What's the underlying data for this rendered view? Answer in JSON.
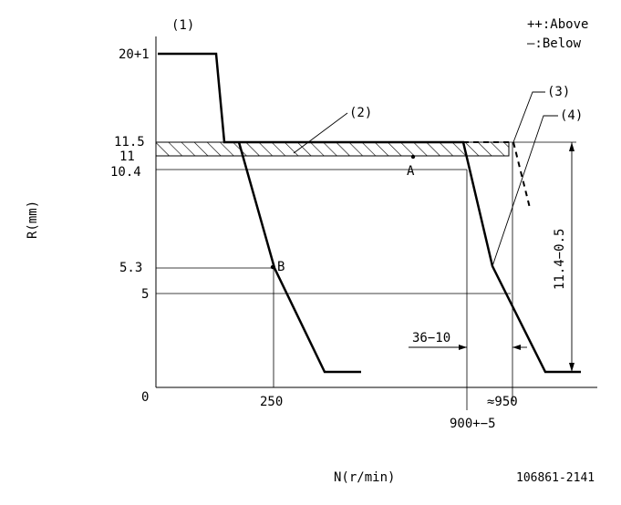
{
  "legend": {
    "above": "++:Above",
    "below": "—:Below"
  },
  "callouts": {
    "c1": "(1)",
    "c2": "(2)",
    "c3": "(3)",
    "c4": "(4)"
  },
  "y_ticks": {
    "t20": "20+1",
    "t11_5": "11.5",
    "t11": "11",
    "t10_4": "10.4",
    "t5_3": "5.3",
    "t5": "5",
    "t0": "0"
  },
  "x_ticks": {
    "t250": "250",
    "t900": "900+−5",
    "t950": "≈950"
  },
  "points": {
    "a": "A",
    "b": "B"
  },
  "annotations": {
    "dim_36": "36−10",
    "dim_11_4": "11.4−0.5"
  },
  "axes": {
    "ylabel": "R(mm)",
    "xlabel": "N(r/min)"
  },
  "part_number": "106861-2141"
}
